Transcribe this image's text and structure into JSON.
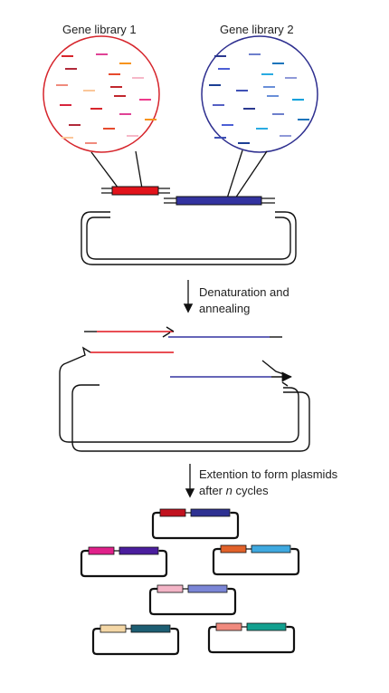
{
  "labels": {
    "library1": "Gene library 1",
    "library2": "Gene library 2",
    "step1_line1": "Denaturation and",
    "step1_line2": "annealing",
    "step2_line1": "Extention to form plasmids",
    "step2_line2_pre": "after ",
    "step2_line2_italic": "n",
    "step2_line2_post": " cycles"
  },
  "colors": {
    "library1_circle": "#d6252c",
    "library2_circle": "#2e2f8f",
    "library1_insert": "#e2131b",
    "library2_insert": "#3333a0",
    "backbone": "#111111"
  },
  "library1_dashes": [
    "#d8252c",
    "#e04396",
    "#f7941d",
    "#b12a3a",
    "#e64a2e",
    "#f6b8c8",
    "#f08b7d",
    "#fbc79a",
    "#c1272d",
    "#ee3a8c",
    "#d7263d"
  ],
  "library2_dashes": [
    "#2b3990",
    "#6d7fcc",
    "#1b75bc",
    "#4c5fd5",
    "#29abe2",
    "#8f99d8",
    "#1c3f94",
    "#3f51b5",
    "#6a8fd8",
    "#00a0dc",
    "#5560c4"
  ],
  "plasmids": [
    {
      "name": "plasmid-1",
      "left": "#c1121f",
      "right": "#2e3192"
    },
    {
      "name": "plasmid-2",
      "left": "#e0218a",
      "right": "#4b1e9e"
    },
    {
      "name": "plasmid-3",
      "left": "#e2622a",
      "right": "#3fa9e0"
    },
    {
      "name": "plasmid-4",
      "left": "#f3b4c6",
      "right": "#7b86d6"
    },
    {
      "name": "plasmid-5",
      "left": "#f4d7a6",
      "right": "#1d5e73"
    },
    {
      "name": "plasmid-6",
      "left": "#f08a7e",
      "right": "#13a08f"
    }
  ]
}
